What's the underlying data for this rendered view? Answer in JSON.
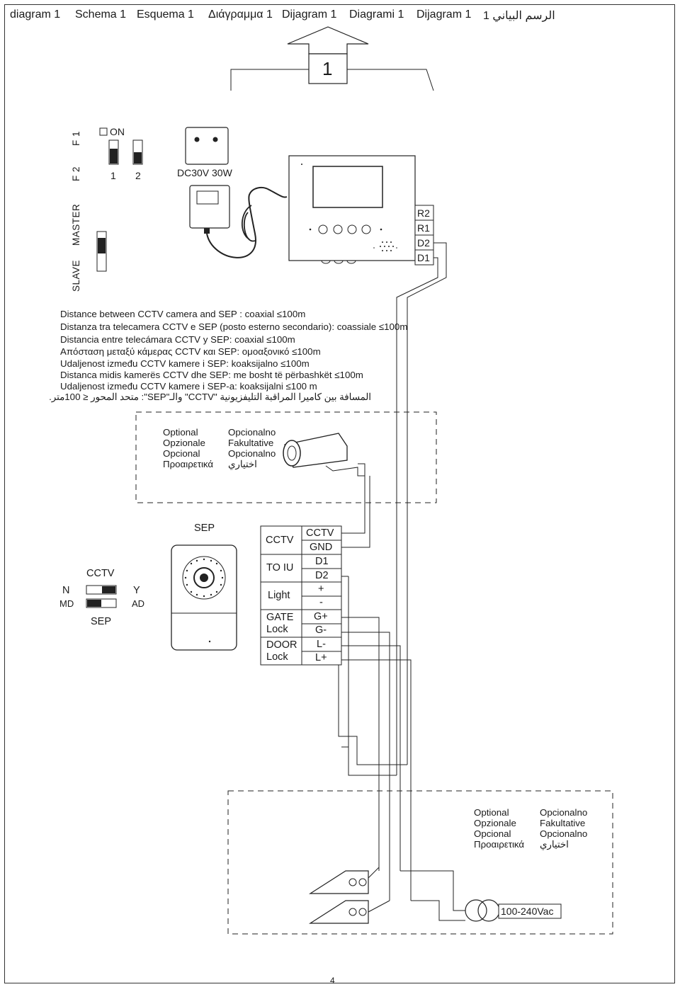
{
  "header": {
    "items": [
      "diagram 1",
      "Schema 1",
      "Esquema 1",
      "Διάγραμμα 1",
      "Dijagram 1",
      "Diagrami 1",
      "Dijagram 1",
      "الرسم البياني 1"
    ]
  },
  "callout_number": "1",
  "dip_switch": {
    "on_label": "ON",
    "f1_label": "F 1",
    "f2_label": "F 2",
    "pos1": "1",
    "pos2": "2"
  },
  "master_switch": {
    "master_label": "MASTER",
    "slave_label": "SLAVE"
  },
  "power_adapter": {
    "label": "DC30V 30W"
  },
  "monitor_terminals": [
    "R2",
    "R1",
    "D2",
    "D1"
  ],
  "distance_notes": [
    "Distance between CCTV camera and SEP : coaxial ≤100m",
    "Distanza tra telecamera CCTV e SEP (posto esterno secondario): coassiale ≤100m",
    "Distancia entre telecámara CCTV y SEP: coaxial ≤100m",
    "Απόσταση μεταξύ κάμερας CCTV και SEP: ομοαξονικό ≤100m",
    "Udaljenost između CCTV kamere i SEP: koaksijalno ≤100m",
    "Distanca midis kamerës CCTV dhe SEP: me bosht të përbashkët ≤100m",
    "Udaljenost između CCTV kamere i SEP-a: koaksijalni ≤100 m",
    "المسافة بين كاميرا المراقبة التليفزيونية \"CCTV\" والـ\"SEP\": متحد المحور ≤ 100متر."
  ],
  "optional_col1": [
    "Optional",
    "Opzionale",
    "Opcional",
    "Προαιρετικά"
  ],
  "optional_col2": [
    "Opcionalno",
    "Fakultative",
    "Opcionalno",
    "اختياري"
  ],
  "sep": {
    "title": "SEP",
    "switch_cctv": "CCTV",
    "switch_sep": "SEP",
    "left_n": "N",
    "left_md": "MD",
    "right_y": "Y",
    "right_ad": "AD"
  },
  "sep_labels": [
    "CCTV",
    "TO IU",
    "Light",
    "GATE Lock",
    "DOOR Lock"
  ],
  "sep_terminals": [
    "CCTV",
    "GND",
    "D1",
    "D2",
    "+",
    "-",
    "G+",
    "G-",
    "L-",
    "L+"
  ],
  "power_supply_label": "100-240Vac",
  "page_number": "4"
}
